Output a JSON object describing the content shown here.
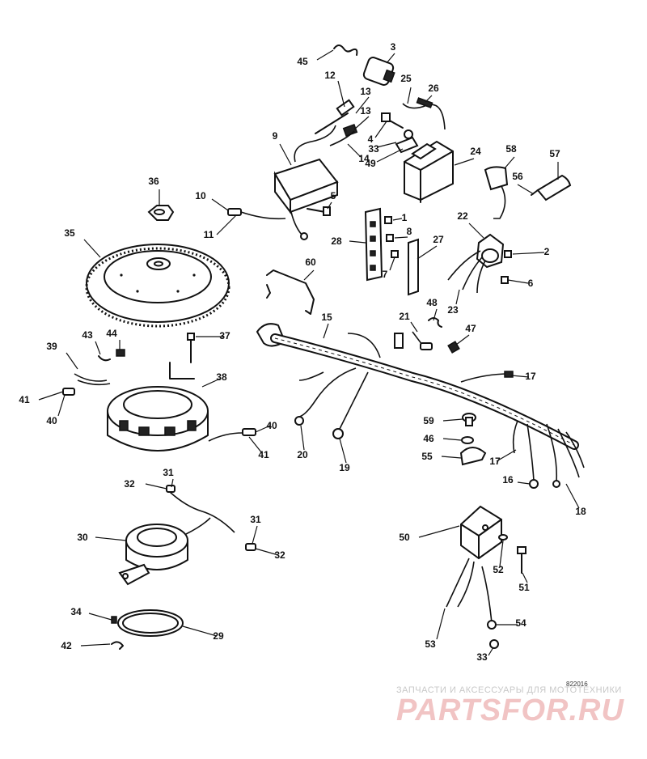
{
  "drawing_code": "822016",
  "watermark": {
    "tagline": "ЗАПЧАСТИ И АКСЕССУАРЫ ДЛЯ МОТОТЕХНИКИ",
    "brand": "PARTSFOR.RU"
  },
  "callouts": [
    "1",
    "2",
    "3",
    "4",
    "5",
    "6",
    "7",
    "8",
    "9",
    "10",
    "11",
    "12",
    "13",
    "13",
    "14",
    "15",
    "16",
    "17",
    "17",
    "18",
    "19",
    "20",
    "21",
    "22",
    "23",
    "24",
    "25",
    "26",
    "27",
    "28",
    "29",
    "30",
    "31",
    "31",
    "32",
    "32",
    "33",
    "33",
    "34",
    "35",
    "36",
    "37",
    "38",
    "39",
    "40",
    "40",
    "41",
    "41",
    "42",
    "43",
    "44",
    "45",
    "46",
    "47",
    "48",
    "49",
    "50",
    "51",
    "52",
    "53",
    "54",
    "55",
    "56",
    "57",
    "58",
    "59",
    "60"
  ],
  "colors": {
    "ink": "#111111",
    "watermark_brand": "#f1c4c4",
    "watermark_text": "#c8c8c8"
  }
}
